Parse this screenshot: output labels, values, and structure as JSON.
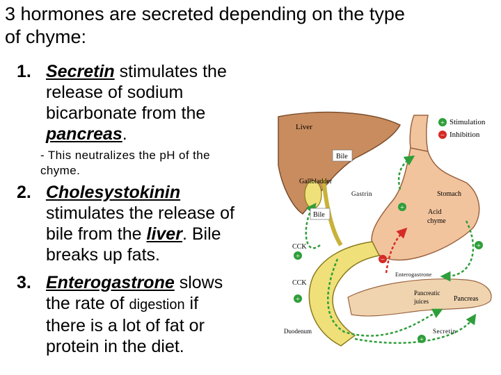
{
  "title_line1": "3 hormones are secreted depending on the type",
  "title_line2": "of chyme:",
  "items": [
    {
      "num": "1.",
      "term": "Secretin",
      "l1": " stimulates the",
      "l2": "release of sodium",
      "l3": "bicarbonate from the",
      "term2": "pancreas",
      "end": "."
    },
    {
      "num": "2.",
      "term": "Cholesystokinin",
      "l1": "stimulates the release of",
      "l2a": "bile from the ",
      "term2": "liver",
      "l2b": ". Bile",
      "l3": "breaks up fats."
    },
    {
      "num": "3.",
      "term": "Enterogastrone",
      "l1": " slows",
      "l2a": "the rate of ",
      "l2s": "digestion",
      "l2b": " if",
      "l3": "there is a lot of fat or",
      "l4": "protein in the diet."
    }
  ],
  "note_line1": " - This neutralizes the pH of the",
  "note_line2": "chyme.",
  "diagram": {
    "legend_plus": "+",
    "legend_minus": "−",
    "legend_stim": "Stimulation",
    "legend_inhib": "Inhibition",
    "liver": "Liver",
    "bile_top": "Bile",
    "gallbladder": "Gallbladder",
    "gastrin": "Gastrin",
    "stomach": "Stomach",
    "bile_mid": "Bile",
    "acid": "Acid",
    "chyme": "chyme",
    "cck1": "CCK",
    "enterogastrone": "Enterogastrone",
    "cck2": "CCK",
    "pancreatic": "Pancreatic",
    "juices": "juices",
    "pancreas": "Pancreas",
    "duodenum": "Duodenum",
    "secretin": "Secretin",
    "colors": {
      "green": "#2e9e3a",
      "red": "#d62a26",
      "liver": "#c98c5e",
      "stomach": "#f2c49e",
      "gallbladder": "#efe07a",
      "pancreas": "#f0d4b0"
    }
  }
}
